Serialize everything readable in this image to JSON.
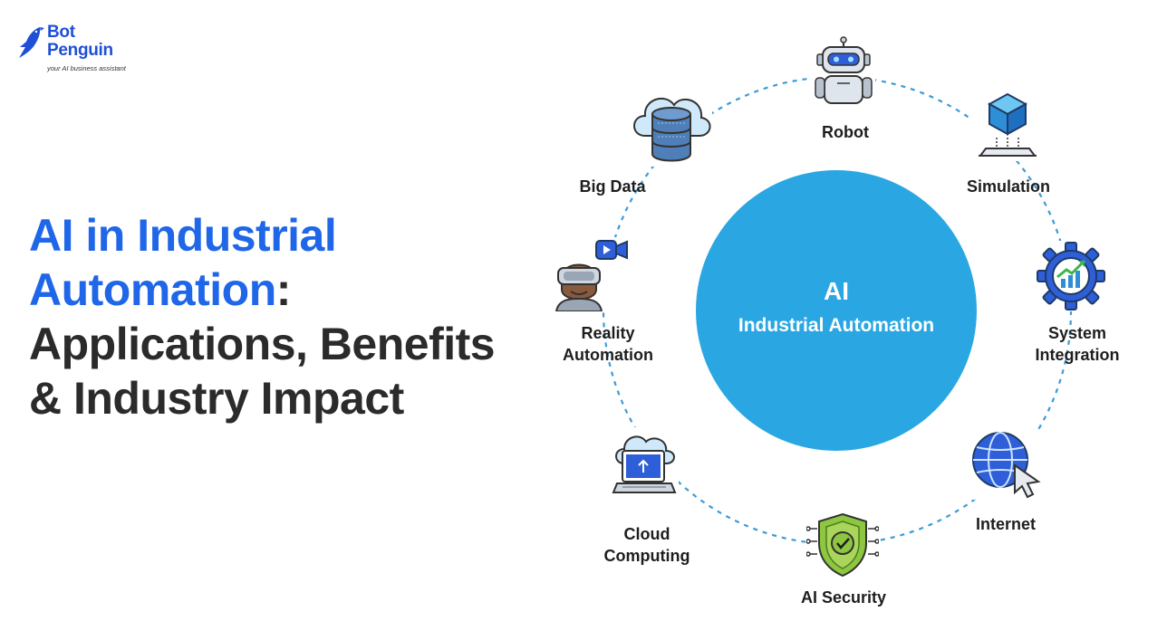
{
  "brand": {
    "line1": "Bot",
    "line2": "Penguin",
    "tagline": "your AI business assistant"
  },
  "headline": {
    "part1": "AI in Industrial",
    "part2": "Automation",
    "colon": ":",
    "part3": "Applications, Benefits",
    "part4": "& Industry Impact"
  },
  "diagram": {
    "center_title": "AI",
    "center_subtitle": "Industrial Automation",
    "nodes": [
      {
        "label": "Robot",
        "icon": "robot-icon"
      },
      {
        "label": "Simulation",
        "icon": "cube-icon"
      },
      {
        "label_line1": "System",
        "label_line2": "Integration",
        "icon": "gear-chart-icon"
      },
      {
        "label": "Internet",
        "icon": "globe-cursor-icon"
      },
      {
        "label": "AI Security",
        "icon": "shield-check-icon"
      },
      {
        "label_line1": "Cloud",
        "label_line2": "Computing",
        "icon": "cloud-laptop-icon"
      },
      {
        "label_line1": "Reality",
        "label_line2": "Automation",
        "icon": "vr-headset-icon"
      },
      {
        "label": "Big Data",
        "icon": "cloud-database-icon"
      }
    ]
  },
  "colors": {
    "brand_blue": "#1f4fd6",
    "headline_blue": "#1f66e8",
    "core_blue": "#2aa7e2",
    "dash_blue": "#3d9ad6",
    "text_dark": "#2b2b2b"
  }
}
